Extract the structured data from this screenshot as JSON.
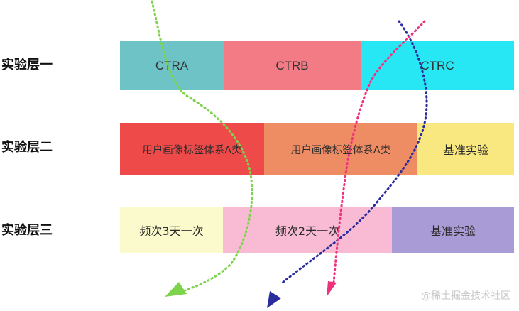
{
  "layers": [
    {
      "label": "实验层一",
      "segments": [
        {
          "text": "CTRA",
          "color": "#6ec3c7"
        },
        {
          "text": "CTRB",
          "color": "#f37b85"
        },
        {
          "text": "CTRC",
          "color": "#27e7f5"
        }
      ]
    },
    {
      "label": "实验层二",
      "segments": [
        {
          "text": "用户画像标签体系A类",
          "color": "#ef4a4a"
        },
        {
          "text": "用户画像标签体系A类",
          "color": "#ee8c64"
        },
        {
          "text": "基准实验",
          "color": "#f9e77f"
        }
      ]
    },
    {
      "label": "实验层三",
      "segments": [
        {
          "text": "频次3天一次",
          "color": "#fbfacc"
        },
        {
          "text": "频次2天一次",
          "color": "#f8bbd3"
        },
        {
          "text": "基准实验",
          "color": "#a99bd6"
        }
      ]
    }
  ],
  "flow_colors": {
    "green": "#7dd44a",
    "navy": "#2b2c9e",
    "pink": "#f0317e"
  },
  "watermark": "@稀土掘金技术社区"
}
